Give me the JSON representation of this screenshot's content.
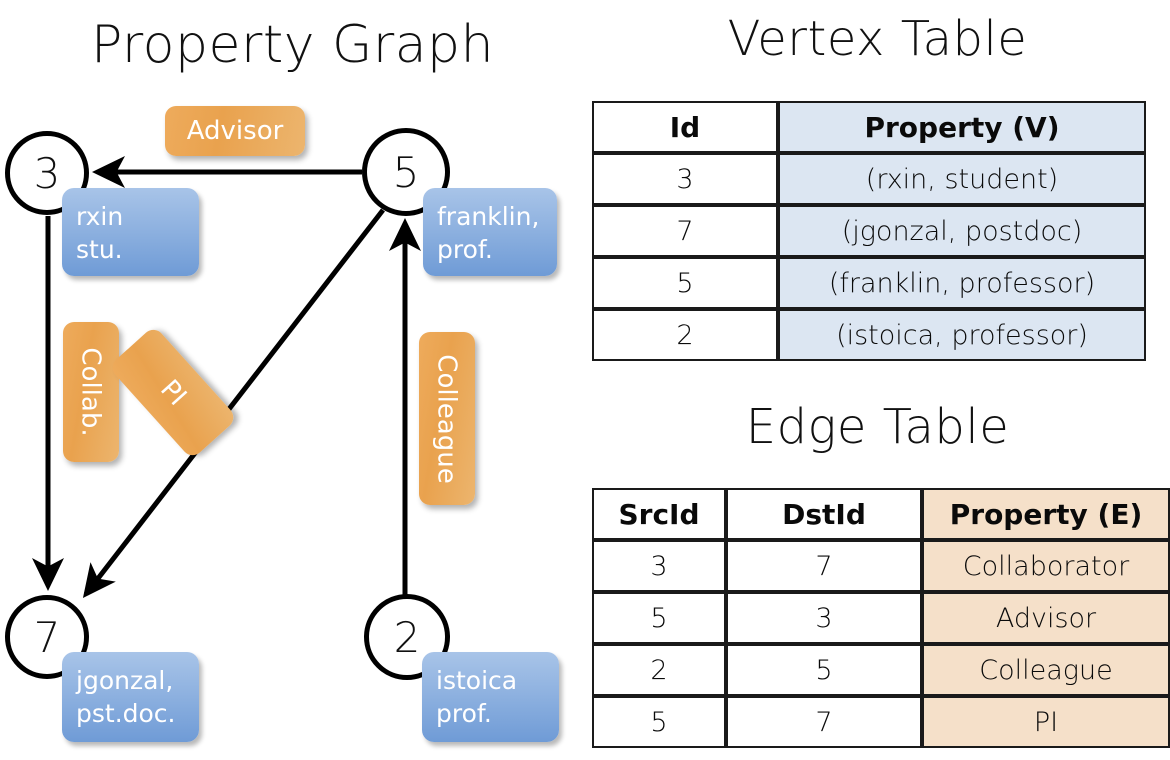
{
  "titles": {
    "property_graph": "Property Graph",
    "vertex_table": "Vertex Table",
    "edge_table": "Edge Table"
  },
  "colors": {
    "vertex_property_fill": "#dce6f2",
    "edge_property_fill": "#f5e0c9",
    "node_box_blue": "#8fb2e0",
    "edge_label_orange": "#e9a24e",
    "stroke": "#000000"
  },
  "graph": {
    "nodes": [
      {
        "id": "3",
        "property": "rxin\nstu."
      },
      {
        "id": "5",
        "property": "franklin,\nprof."
      },
      {
        "id": "7",
        "property": "jgonzal,\npst.doc."
      },
      {
        "id": "2",
        "property": "istoica\nprof."
      }
    ],
    "edge_labels": [
      {
        "name": "advisor",
        "text": "Advisor"
      },
      {
        "name": "collab",
        "text": "Collab."
      },
      {
        "name": "pi",
        "text": "PI"
      },
      {
        "name": "colleague",
        "text": "Colleague"
      }
    ],
    "edges": [
      {
        "src": "5",
        "dst": "3",
        "label": "Advisor"
      },
      {
        "src": "3",
        "dst": "7",
        "label": "Collab."
      },
      {
        "src": "5",
        "dst": "7",
        "label": "PI"
      },
      {
        "src": "2",
        "dst": "5",
        "label": "Colleague"
      }
    ]
  },
  "vertex_table": {
    "headers": [
      "Id",
      "Property (V)"
    ],
    "rows": [
      [
        "3",
        "(rxin, student)"
      ],
      [
        "7",
        "(jgonzal, postdoc)"
      ],
      [
        "5",
        "(franklin, professor)"
      ],
      [
        "2",
        "(istoica, professor)"
      ]
    ]
  },
  "edge_table": {
    "headers": [
      "SrcId",
      "DstId",
      "Property (E)"
    ],
    "rows": [
      [
        "3",
        "7",
        "Collaborator"
      ],
      [
        "5",
        "3",
        "Advisor"
      ],
      [
        "2",
        "5",
        "Colleague"
      ],
      [
        "5",
        "7",
        "PI"
      ]
    ]
  }
}
